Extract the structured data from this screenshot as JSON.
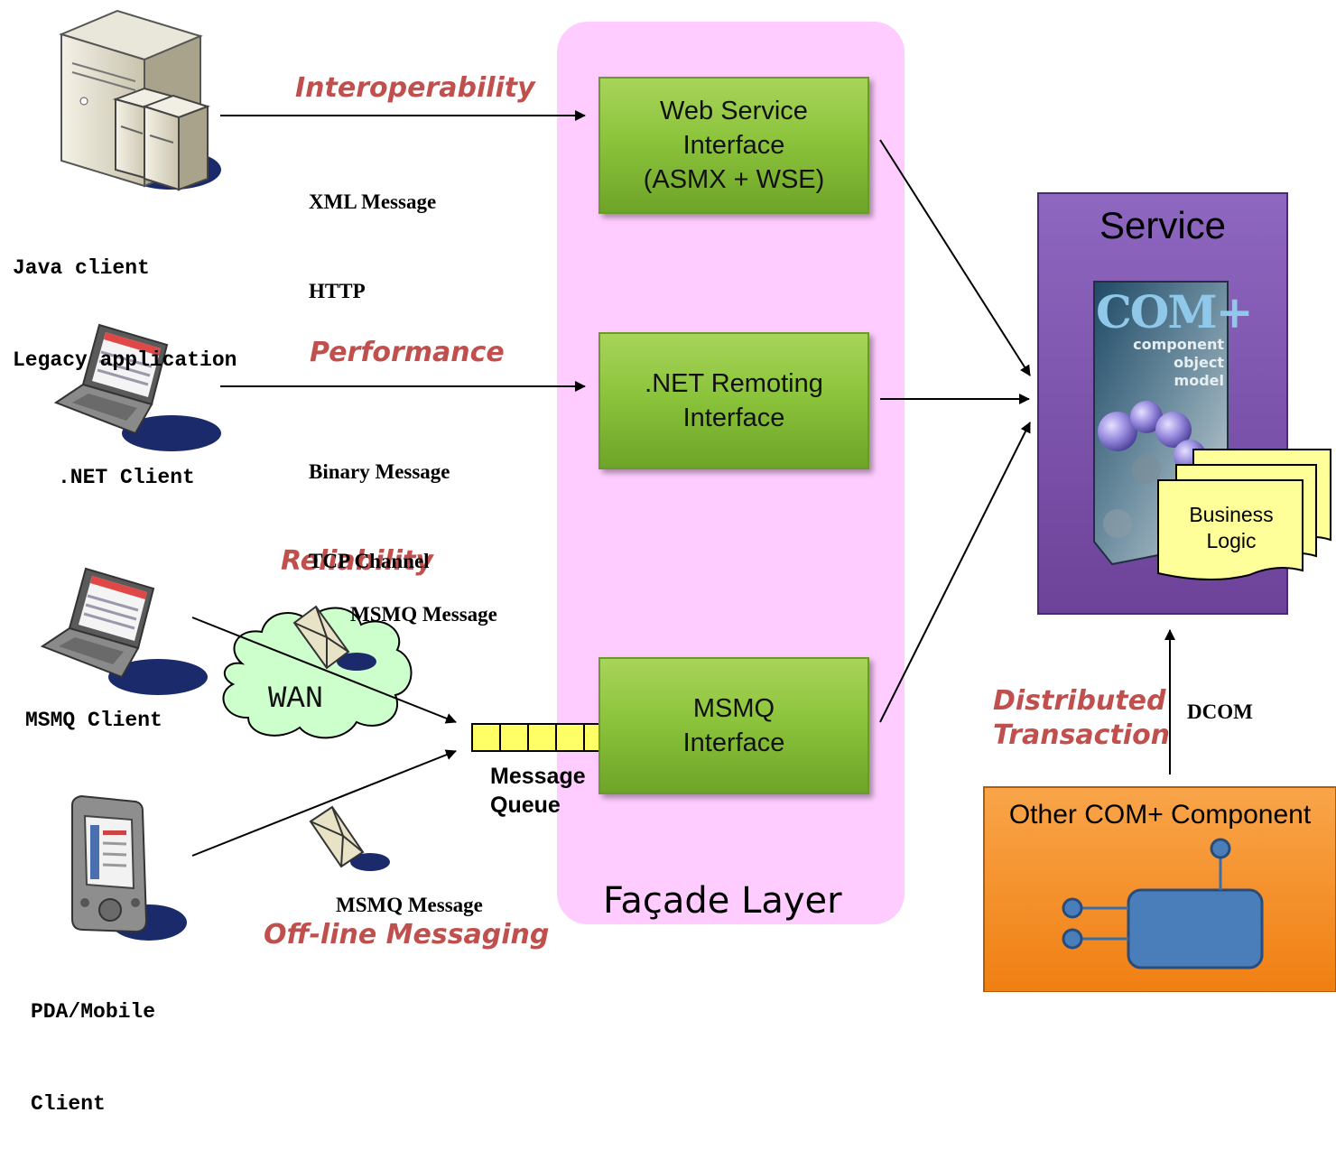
{
  "clients": {
    "java": {
      "line1": "Java client",
      "line2": "Legacy application"
    },
    "dotnet": {
      "label": ".NET Client"
    },
    "msmq": {
      "label": "MSMQ Client"
    },
    "pda": {
      "line1": "PDA/Mobile",
      "line2": "Client"
    }
  },
  "channels": {
    "interop": {
      "quality": "Interoperability",
      "line1": "XML Message",
      "line2": "HTTP"
    },
    "performance": {
      "quality": "Performance",
      "line1": "Binary Message",
      "line2": "TCP Channel"
    },
    "reliability": {
      "quality": "Reliability",
      "message": "MSMQ Message"
    },
    "offline": {
      "quality": "Off-line Messaging",
      "message": "MSMQ Message"
    }
  },
  "wan": {
    "label": "WAN"
  },
  "queue": {
    "line1": "Message",
    "line2": "Queue"
  },
  "facade": {
    "title": "Façade Layer",
    "web_service": "Web Service\nInterface\n(ASMX + WSE)",
    "remoting": ".NET Remoting\nInterface",
    "msmq_interface": "MSMQ\nInterface"
  },
  "service": {
    "title": "Service",
    "com_logo": "COM+",
    "com_sub1": "component",
    "com_sub2": "object",
    "com_sub3": "model",
    "business_logic": "Business\nLogic"
  },
  "distributed": {
    "line1": "Distributed",
    "line2": "Transaction",
    "protocol": "DCOM"
  },
  "other_component": {
    "title": "Other COM+ Component"
  },
  "colors": {
    "facade_bg": "#ffccff",
    "interface_green": "#8cc43c",
    "service_purple": "#7a4fa8",
    "quality_red": "#c0504d",
    "other_orange": "#f7941d",
    "note_yellow": "#ffff99",
    "cloud_green": "#ccffcc"
  },
  "icons": [
    "server-icon",
    "laptop-icon",
    "pda-icon",
    "envelope-icon",
    "cloud-icon",
    "component-icon"
  ]
}
